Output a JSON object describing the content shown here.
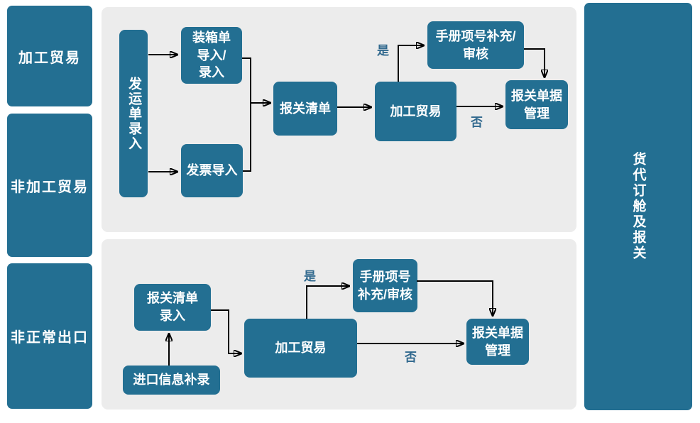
{
  "left_column": {
    "items": [
      {
        "label": "加工贸易"
      },
      {
        "label": "非加工贸易"
      },
      {
        "label": "非正常出口"
      }
    ]
  },
  "right_column": {
    "label": "货代订舱及报关"
  },
  "flow_top": {
    "shipping_entry": {
      "label": "发运单录入"
    },
    "packing_list": {
      "lines": [
        "装箱单",
        "导入/",
        "录入"
      ]
    },
    "invoice_import": {
      "label": "发票导入"
    },
    "declaration_list": {
      "label": "报关清单"
    },
    "processing_trade": {
      "label": "加工贸易"
    },
    "manual_item": {
      "lines": [
        "手册项号补充/",
        "审核"
      ]
    },
    "doc_mgmt": {
      "lines": [
        "报关单据",
        "管理"
      ]
    },
    "yes_label": "是",
    "no_label": "否"
  },
  "flow_bottom": {
    "declaration_entry": {
      "lines": [
        "报关清单",
        "录入"
      ]
    },
    "import_info": {
      "label": "进口信息补录"
    },
    "processing_trade": {
      "label": "加工贸易"
    },
    "manual_item": {
      "lines": [
        "手册项号",
        "补充/审核"
      ]
    },
    "doc_mgmt": {
      "lines": [
        "报关单据",
        "管理"
      ]
    },
    "yes_label": "是",
    "no_label": "否"
  },
  "colors": {
    "node_fill": "#236f92",
    "panel_fill": "#ececec",
    "decision_label_color": "#31698e",
    "arrow_color": "#000000",
    "node_text_color": "#ffffff"
  }
}
